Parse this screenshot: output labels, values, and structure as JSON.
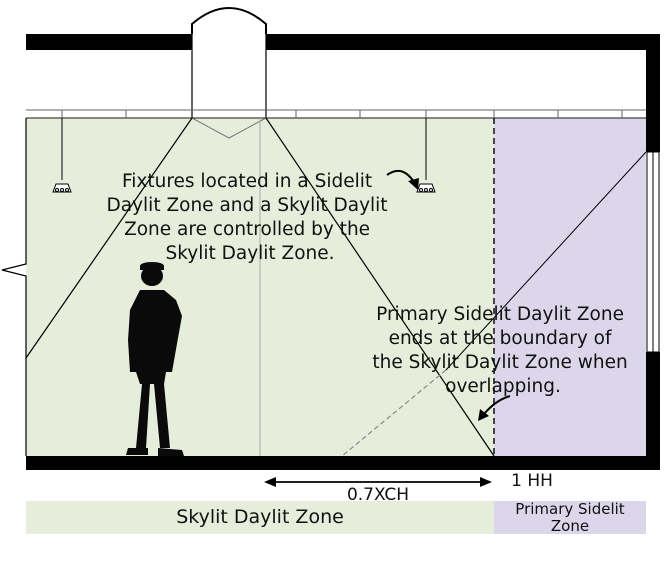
{
  "annotations": {
    "fixtures_note": [
      "Fixtures located in a Sidelit",
      "Daylit Zone and a Skylit Daylit",
      "Zone are controlled by the",
      "Skylit Daylit Zone."
    ],
    "boundary_note": [
      "Primary Sidelit Daylit Zone",
      "ends at the boundary of",
      "the Skylit Daylit Zone when",
      "overlapping."
    ]
  },
  "dimensions": {
    "ceiling_height_ratio": "0.7XCH",
    "head_height": "1 HH"
  },
  "zones": {
    "skylit": "Skylit Daylit Zone",
    "primary_sidelit": "Primary Sidelit\nZone"
  },
  "colors": {
    "skylit_fill": "#e6eedb",
    "sidelit_fill": "#dcd6ea",
    "structure": "#000000"
  }
}
